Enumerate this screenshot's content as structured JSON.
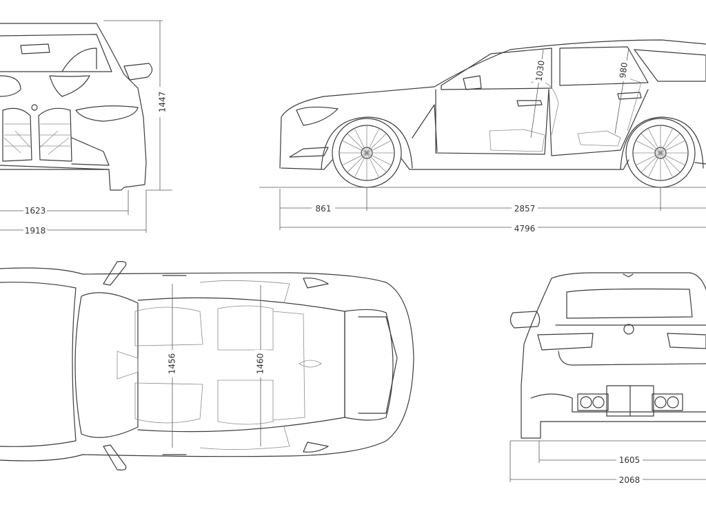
{
  "views": {
    "front": {
      "dims": {
        "track": "1623",
        "width": "1918",
        "height": "1447"
      }
    },
    "side": {
      "dims": {
        "overhang_front": "861",
        "wheelbase": "2857",
        "length": "4796",
        "headroom_front": "1030",
        "headroom_rear": "980"
      }
    },
    "top": {
      "dims": {
        "shoulder_front": "1456",
        "shoulder_rear": "1460"
      }
    },
    "rear": {
      "dims": {
        "track": "1605",
        "width": "2068"
      }
    }
  }
}
